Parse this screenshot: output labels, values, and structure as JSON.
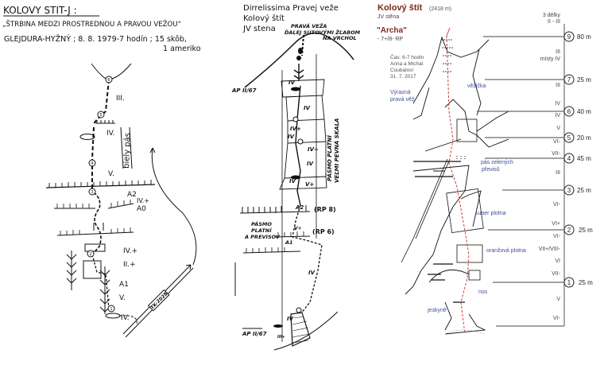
{
  "panel_left": {
    "title": "KOLOVY STIT-J :",
    "subtitle": "„ŠTRBINA MEDZI PROSTREDNOU A PRAVOU VEŽOU“",
    "credits_line1": "GLEJDURA-HYŽNÝ ; 8. 8. 1979-7 hodín ;  15 skôb,",
    "credits_line2": "1 ameriko",
    "belays": [
      "6",
      "5",
      "4",
      "3",
      "2",
      "1"
    ],
    "labels": {
      "iii": "III.",
      "iv_upper": "IV.",
      "v_upper": "V.",
      "biely_pas": "biely pás",
      "a2": "A2",
      "iv_plus": "IV.+",
      "a0": "A0",
      "iv_plus_lower": "IV.+",
      "ii_plus": "II.+",
      "a1": "A1",
      "v_lower": "V.",
      "iv_lower": "IV.",
      "path_sign": "TK-2028"
    }
  },
  "panel_middle": {
    "title": "Dirrelissima Pravej veže",
    "peak": "Kolový štít",
    "face": "JV stena",
    "top_note": [
      "PRAVÁ VEŽA",
      "ĎALEJ SUTOVÝMI ŽĽABOM",
      "NA VRCHOL"
    ],
    "ap_top": "AP II/67",
    "ap_bottom": "AP II/67",
    "slab_zone": [
      "PÁSMO PLATNÍ",
      "VEĽMI PEVNÁ SKALA"
    ],
    "overhang_zone": [
      "PÁSMO",
      "PLATNÍ",
      "A PREVISOV"
    ],
    "rp8": "(RP 8)",
    "rp6": "(RP 6)",
    "grades": {
      "g1": "IV",
      "g2": "IV",
      "g3": "IV+",
      "g4": "IV",
      "g5": "IV+",
      "g6": "IV",
      "g7": "IV",
      "g8": "V+",
      "a2": "A2",
      "a1": "A1",
      "v_plus": "V+",
      "iv_low": "IV",
      "iv_base": "IV",
      "iii_plus": "III+"
    }
  },
  "panel_right": {
    "peak": "Kolový štít",
    "altitude": "(2418 m)",
    "face": "JV stěna",
    "route_name": "\"Archa\"",
    "route_grade": "- 7+/8- RP",
    "info": [
      "Čas: 6-7 hodin",
      "Anna a Michal",
      "Coubalovi",
      "31. 7. 2017"
    ],
    "colors": {
      "title": "#7a2b1c",
      "route": "#d23c3c",
      "blue_labels": "#3d4f9a"
    },
    "belays": [
      {
        "num": "9",
        "length": "80 m"
      },
      {
        "num": "7",
        "length": "25 m"
      },
      {
        "num": "6",
        "length": "40 m"
      },
      {
        "num": "5",
        "length": "20 m"
      },
      {
        "num": "4",
        "length": "45 m"
      },
      {
        "num": "3",
        "length": "25 m"
      },
      {
        "num": "2",
        "length": "25 m"
      },
      {
        "num": "1",
        "length": "25 m"
      }
    ],
    "grades": [
      "3 délky",
      "II - III",
      "III",
      "místy IV",
      "III",
      "IV",
      "IV",
      "V",
      "VI-",
      "VII-",
      "III",
      "VI-",
      "VI+",
      "VI-",
      "VII+/VIII-",
      "VI",
      "VII-",
      "V",
      "VI-"
    ],
    "features": {
      "tower": "věžička",
      "right_tower": [
        "Výrazná",
        "pravá věž"
      ],
      "overhangs": [
        "pás zelených",
        "převisů"
      ],
      "slab": "super plotna",
      "orange_slab": "oranžová plotna",
      "nose": "nos",
      "cave": "jeskyně"
    }
  }
}
